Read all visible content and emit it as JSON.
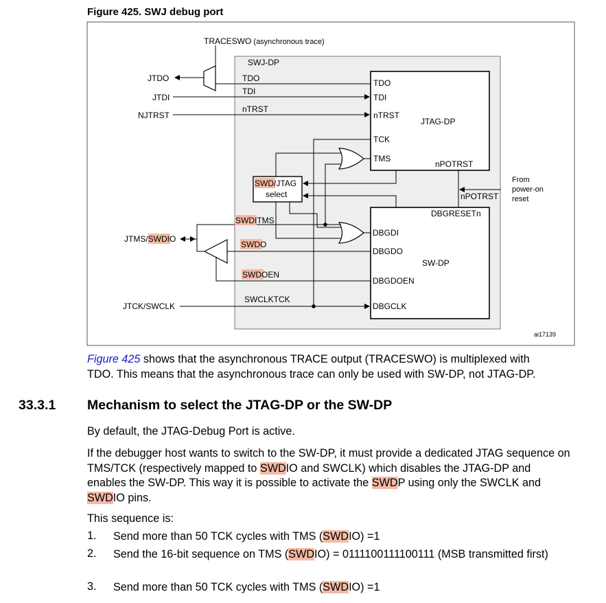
{
  "figure": {
    "title": "Figure 425.  SWJ debug port",
    "ref_id": "ai17139",
    "labels": {
      "traceswo_pre": "TRACE",
      "traceswo_hl": "SWO",
      "traceswo_post": " (asynchronous trace)",
      "swj_dp": "SWJ-DP",
      "jtdo": "JTDO",
      "jtdi": "JTDI",
      "njtrst": "NJTRST",
      "jtms_pre": "JTMS/",
      "jtms_hl": "SWD",
      "jtms_post": "IO",
      "jtck": "JTCK/SWCLK",
      "tdo_sig": "TDO",
      "tdi_sig": "TDI",
      "ntrst_sig": "nTRST",
      "swditms_hl": "SWD",
      "swditms_post": "ITMS",
      "swdo_hl": "SWD",
      "swdo_post": "O",
      "swdoen_hl": "SWD",
      "swdoen_post": "OEN",
      "swclktck": "SWCLKTCK",
      "jtag_dp": "JTAG-DP",
      "jtag_tdo": "TDO",
      "jtag_tdi": "TDI",
      "jtag_ntrst": "nTRST",
      "jtag_tck": "TCK",
      "jtag_tms": "TMS",
      "npotrst": "nPOTRST",
      "npotrst2": "nPOTRST",
      "dbgresetn": "DBGRESETn",
      "sw_dp": "SW-DP",
      "dbgdi": "DBGDI",
      "dbgdo": "DBGDO",
      "dbgdoen": "DBGDOEN",
      "dbgclk": "DBGCLK",
      "select_hl": "SWD",
      "select_post": "/JTAG",
      "select_line2": "select",
      "from1": "From",
      "from2": "power-on",
      "from3": "reset"
    }
  },
  "intro": {
    "link": "Figure 425",
    "line1": " shows that the asynchronous TRACE output (TRACESWO) is multiplexed with",
    "line2": "TDO. This means that the asynchronous trace can only be used with SW-DP, not JTAG-DP."
  },
  "section": {
    "number": "33.3.1",
    "title": "Mechanism to select the JTAG-DP or the SW-DP"
  },
  "body": {
    "p1": "By default, the JTAG-Debug Port is active.",
    "p2_a": "If the debugger host wants to switch to the SW-DP, it must provide a dedicated JTAG sequence on TMS/TCK (respectively mapped to ",
    "p2_hl1": "SWD",
    "p2_b": "IO and SWCLK) which disables the JTAG-DP and enables the SW-DP. This way it is possible to activate the ",
    "p2_hl2": "SWD",
    "p2_c": "P using only the SWCLK and ",
    "p2_hl3": "SWD",
    "p2_d": "IO pins.",
    "p3": "This sequence is:"
  },
  "steps": [
    {
      "num": "1.",
      "pre": "Send more than 50 TCK cycles with TMS (",
      "hl": "SWD",
      "post": "IO) =1"
    },
    {
      "num": "2.",
      "pre": "Send the 16-bit sequence on TMS (",
      "hl": "SWD",
      "post": "IO) = 0111100111100111 (MSB transmitted first)"
    },
    {
      "num": "3.",
      "pre": "Send more than 50 TCK cycles with TMS (",
      "hl": "SWD",
      "post": "IO) =1"
    }
  ]
}
